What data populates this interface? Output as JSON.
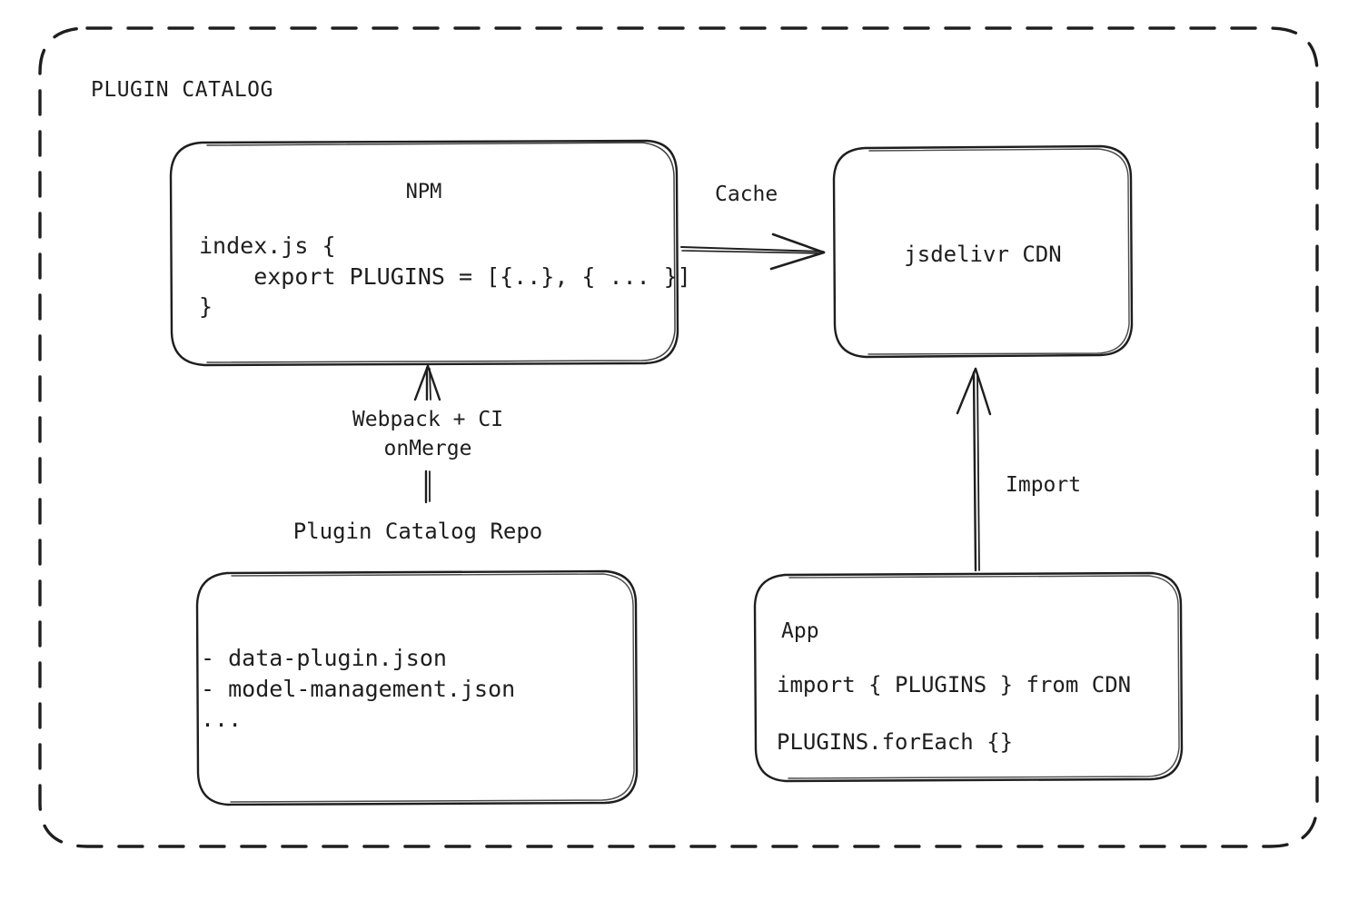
{
  "diagram": {
    "container_title": "PLUGIN CATALOG",
    "background": "#ffffff",
    "stroke_color": "#1e1e1e",
    "nodes": {
      "npm": {
        "title": "NPM",
        "code": "index.js {\n    export PLUGINS = [{..}, { ... }]\n}"
      },
      "cdn": {
        "title": "jsdelivr CDN"
      },
      "repo": {
        "caption": "Plugin Catalog Repo",
        "files": "- data-plugin.json\n- model-management.json\n..."
      },
      "app": {
        "title": "App",
        "line1": "import { PLUGINS } from CDN",
        "line2": "PLUGINS.forEach {}"
      }
    },
    "edges": {
      "cache": "Cache",
      "build": "Webpack + CI\nonMerge",
      "import": "Import"
    }
  }
}
